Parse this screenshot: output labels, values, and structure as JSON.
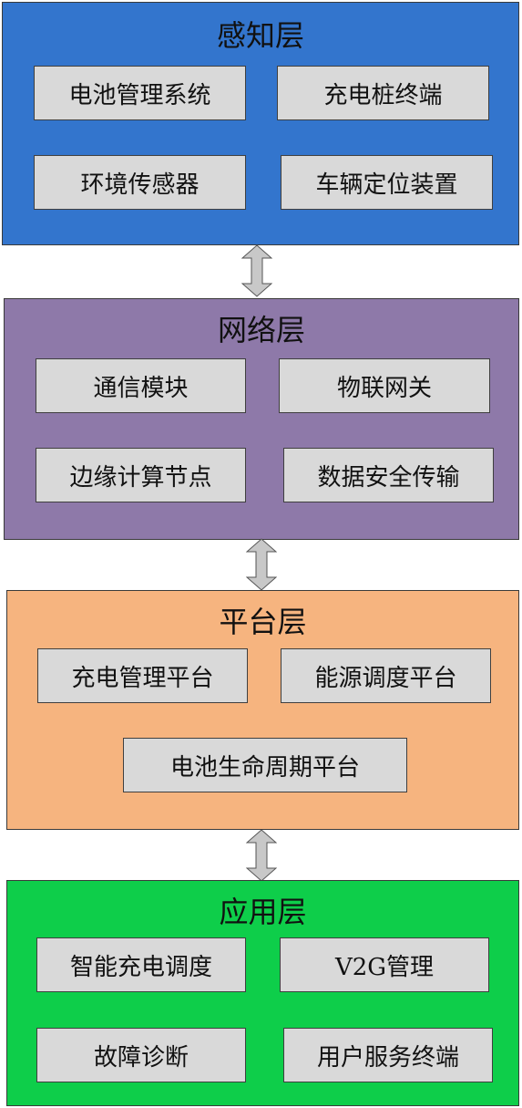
{
  "layers": [
    {
      "title": "感知层",
      "color": "#3375cd",
      "items": [
        "电池管理系统",
        "充电桩终端",
        "环境传感器",
        "车辆定位装置"
      ]
    },
    {
      "title": "网络层",
      "color": "#8e79a9",
      "items": [
        "通信模块",
        "物联网关",
        "边缘计算节点",
        "数据安全传输"
      ]
    },
    {
      "title": "平台层",
      "color": "#f6b47f",
      "items": [
        "充电管理平台",
        "能源调度平台",
        "电池生命周期平台"
      ]
    },
    {
      "title": "应用层",
      "color": "#0ece4a",
      "items": [
        "智能充电调度",
        "V2G管理",
        "故障诊断",
        "用户服务终端"
      ]
    }
  ],
  "arrow_color": "#c8c8c8"
}
